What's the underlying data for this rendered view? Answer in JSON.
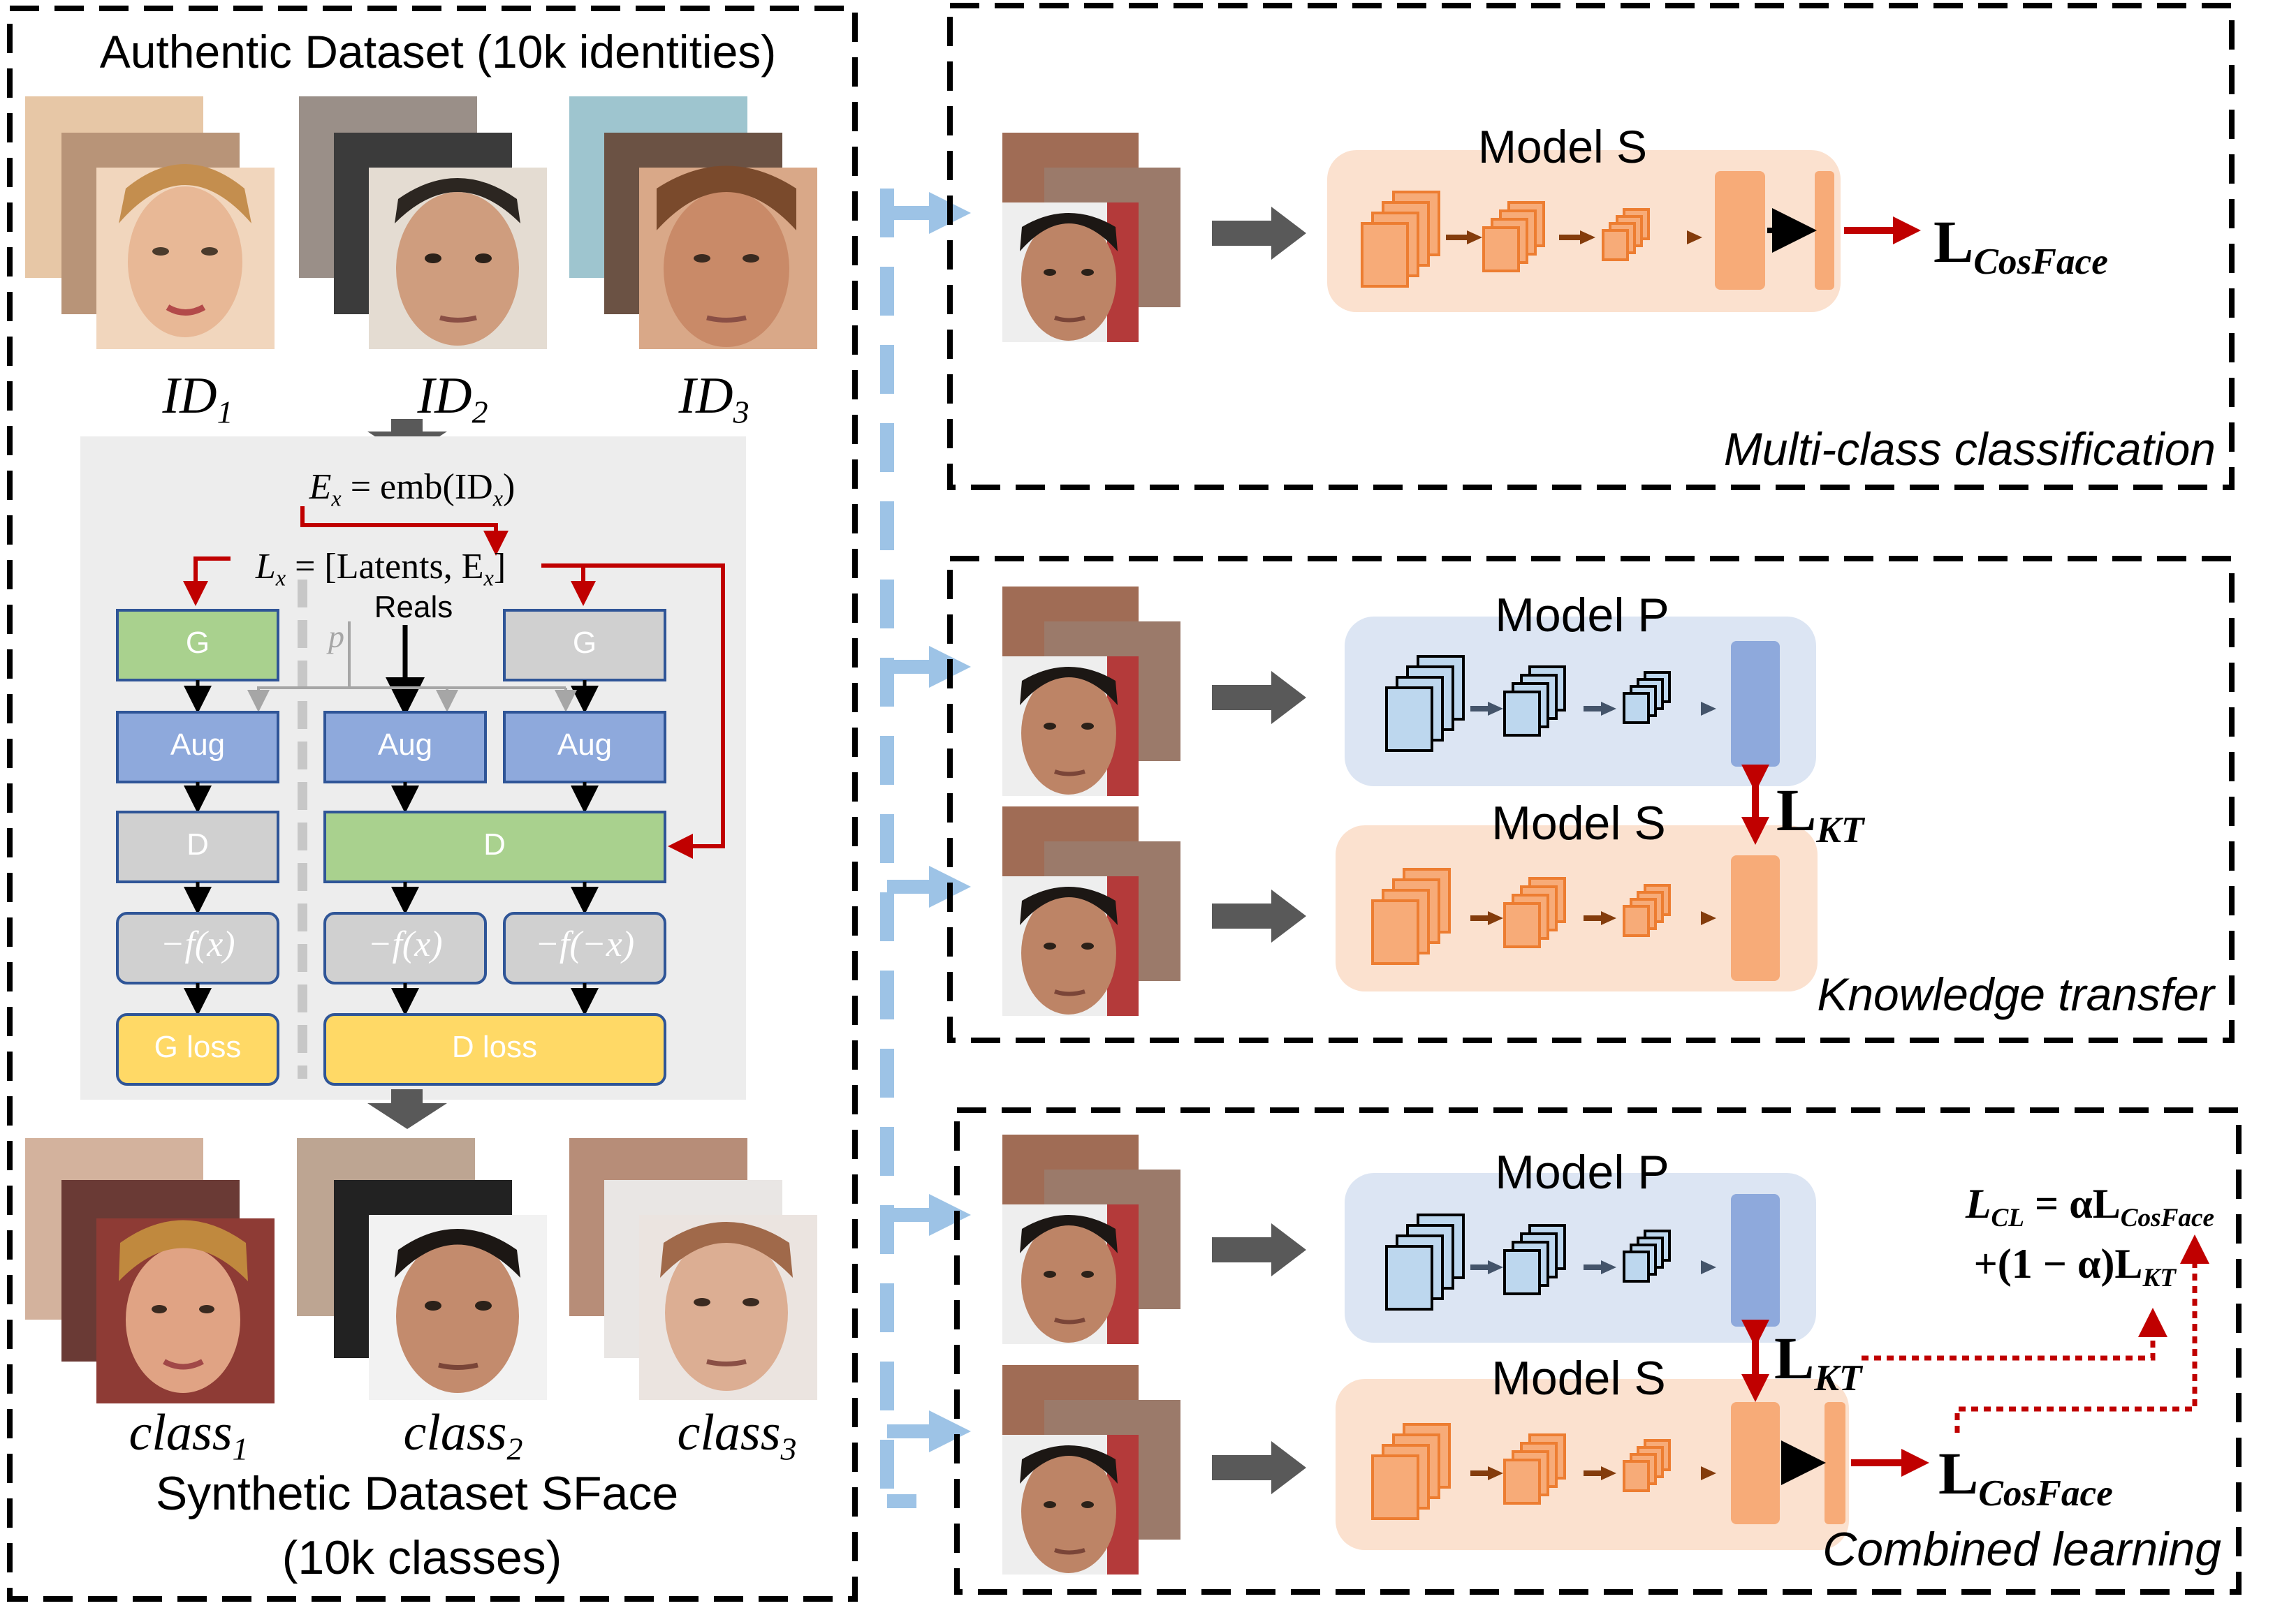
{
  "authentic": {
    "title": "Authentic Dataset (10k identities)",
    "ids": [
      {
        "base": "ID",
        "sub": "1"
      },
      {
        "base": "ID",
        "sub": "2"
      },
      {
        "base": "ID",
        "sub": "3"
      }
    ]
  },
  "gan": {
    "emb_lhs": "E",
    "emb_lhs_sub": "x",
    "emb_rhs": " = emb(ID",
    "emb_rhs_sub": "x",
    "emb_close": ")",
    "lat_lhs": "L",
    "lat_lhs_sub": "x",
    "lat_rhs": " = [Latents, E",
    "lat_rhs_sub": "x",
    "lat_close": "]",
    "reals": "Reals",
    "p": "p",
    "g_left": "G",
    "g_right": "G",
    "aug": "Aug",
    "d_left": "D",
    "d_right": "D",
    "f_pos": "−f(x)",
    "f_neg": "−f(−x)",
    "g_loss": "G loss",
    "d_loss": "D loss"
  },
  "synthetic": {
    "classes": [
      {
        "base": "class",
        "sub": "1"
      },
      {
        "base": "class",
        "sub": "2"
      },
      {
        "base": "class",
        "sub": "3"
      }
    ],
    "title_line1": "Synthetic Dataset SFace",
    "title_line2": "(10k classes)"
  },
  "panels": {
    "multiclass": {
      "model": "Model S",
      "loss_base": "L",
      "loss_sub": "CosFace",
      "caption": "Multi-class classification"
    },
    "kt": {
      "model_p": "Model P",
      "model_s": "Model S",
      "loss_base": "L",
      "loss_sub": "KT",
      "caption": "Knowledge transfer"
    },
    "combined": {
      "model_p": "Model P",
      "model_s": "Model S",
      "kt_base": "L",
      "kt_sub": "KT",
      "cos_base": "L",
      "cos_sub": "CosFace",
      "eq_line1_base": "L",
      "eq_line1_sub": "CL",
      "eq_line1_mid": " =  αL",
      "eq_line1_sub2": "CosFace",
      "eq_line2_main": "+(1 − α)L",
      "eq_line2_sub": "KT",
      "caption": "Combined learning"
    }
  },
  "colors": {
    "orange_fill": "#fbe1cf",
    "orange_block": "#f7ab78",
    "blue_fill": "#dce5f3",
    "blue_block": "#8ea9dc",
    "green_block": "#a9d18e",
    "gray_block": "#d0d0d0",
    "yellow_block": "#ffd966",
    "red_arrow": "#c00000",
    "gray_arrow": "#595959",
    "dash_blue": "#9dc3e6"
  }
}
